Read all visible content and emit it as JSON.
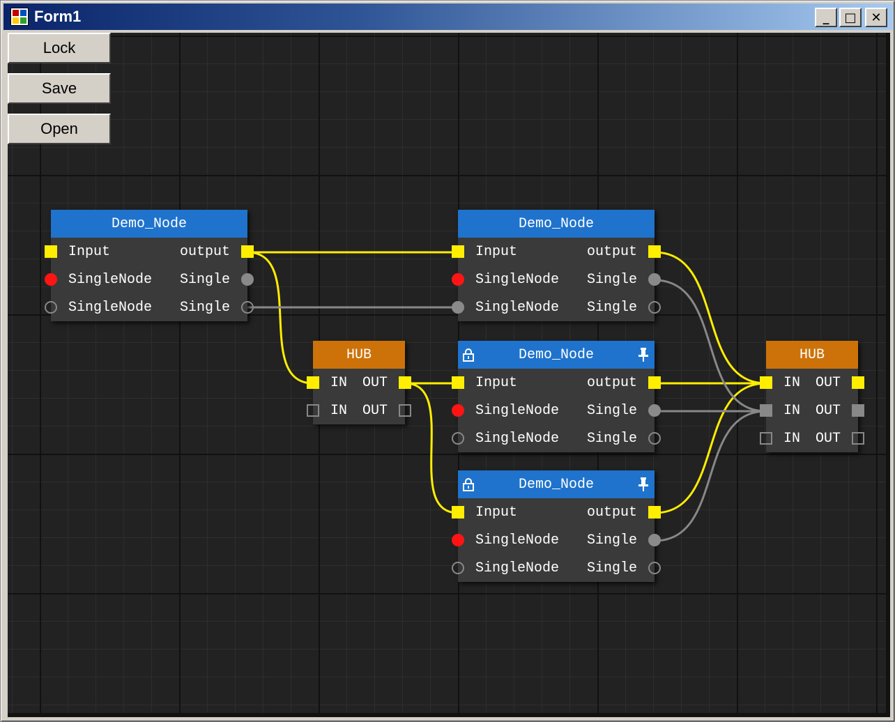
{
  "window": {
    "title": "Form1",
    "minimize_glyph": "_",
    "maximize_glyph": "□",
    "close_glyph": "✕"
  },
  "toolbar": {
    "lock_label": "Lock",
    "save_label": "Save",
    "open_label": "Open"
  },
  "nodes": {
    "demo1": {
      "title": "Demo_Node",
      "rows": [
        {
          "left": "Input",
          "right": "output"
        },
        {
          "left": "SingleNode",
          "right": "Single"
        },
        {
          "left": "SingleNode",
          "right": "Single"
        }
      ]
    },
    "demo2": {
      "title": "Demo_Node",
      "rows": [
        {
          "left": "Input",
          "right": "output"
        },
        {
          "left": "SingleNode",
          "right": "Single"
        },
        {
          "left": "SingleNode",
          "right": "Single"
        }
      ]
    },
    "demo3": {
      "title": "Demo_Node",
      "locked": true,
      "pinned": true,
      "rows": [
        {
          "left": "Input",
          "right": "output"
        },
        {
          "left": "SingleNode",
          "right": "Single"
        },
        {
          "left": "SingleNode",
          "right": "Single"
        }
      ]
    },
    "demo4": {
      "title": "Demo_Node",
      "locked": true,
      "pinned": true,
      "rows": [
        {
          "left": "Input",
          "right": "output"
        },
        {
          "left": "SingleNode",
          "right": "Single"
        },
        {
          "left": "SingleNode",
          "right": "Single"
        }
      ]
    },
    "hub1": {
      "title": "HUB",
      "rows": [
        {
          "left": "IN",
          "right": "OUT"
        },
        {
          "left": "IN",
          "right": "OUT"
        }
      ]
    },
    "hub2": {
      "title": "HUB",
      "rows": [
        {
          "left": "IN",
          "right": "OUT"
        },
        {
          "left": "IN",
          "right": "OUT"
        },
        {
          "left": "IN",
          "right": "OUT"
        }
      ]
    }
  },
  "colors": {
    "canvas": "#222222",
    "node_body": "#3a3a3a",
    "node_header_blue": "#1f73cc",
    "hub_header_orange": "#cc7209",
    "wire_data": "#ffee00",
    "wire_single": "#888888",
    "port_required": "#ff1414"
  },
  "icons": {
    "lock": "lock-icon",
    "pin": "pin-icon"
  }
}
